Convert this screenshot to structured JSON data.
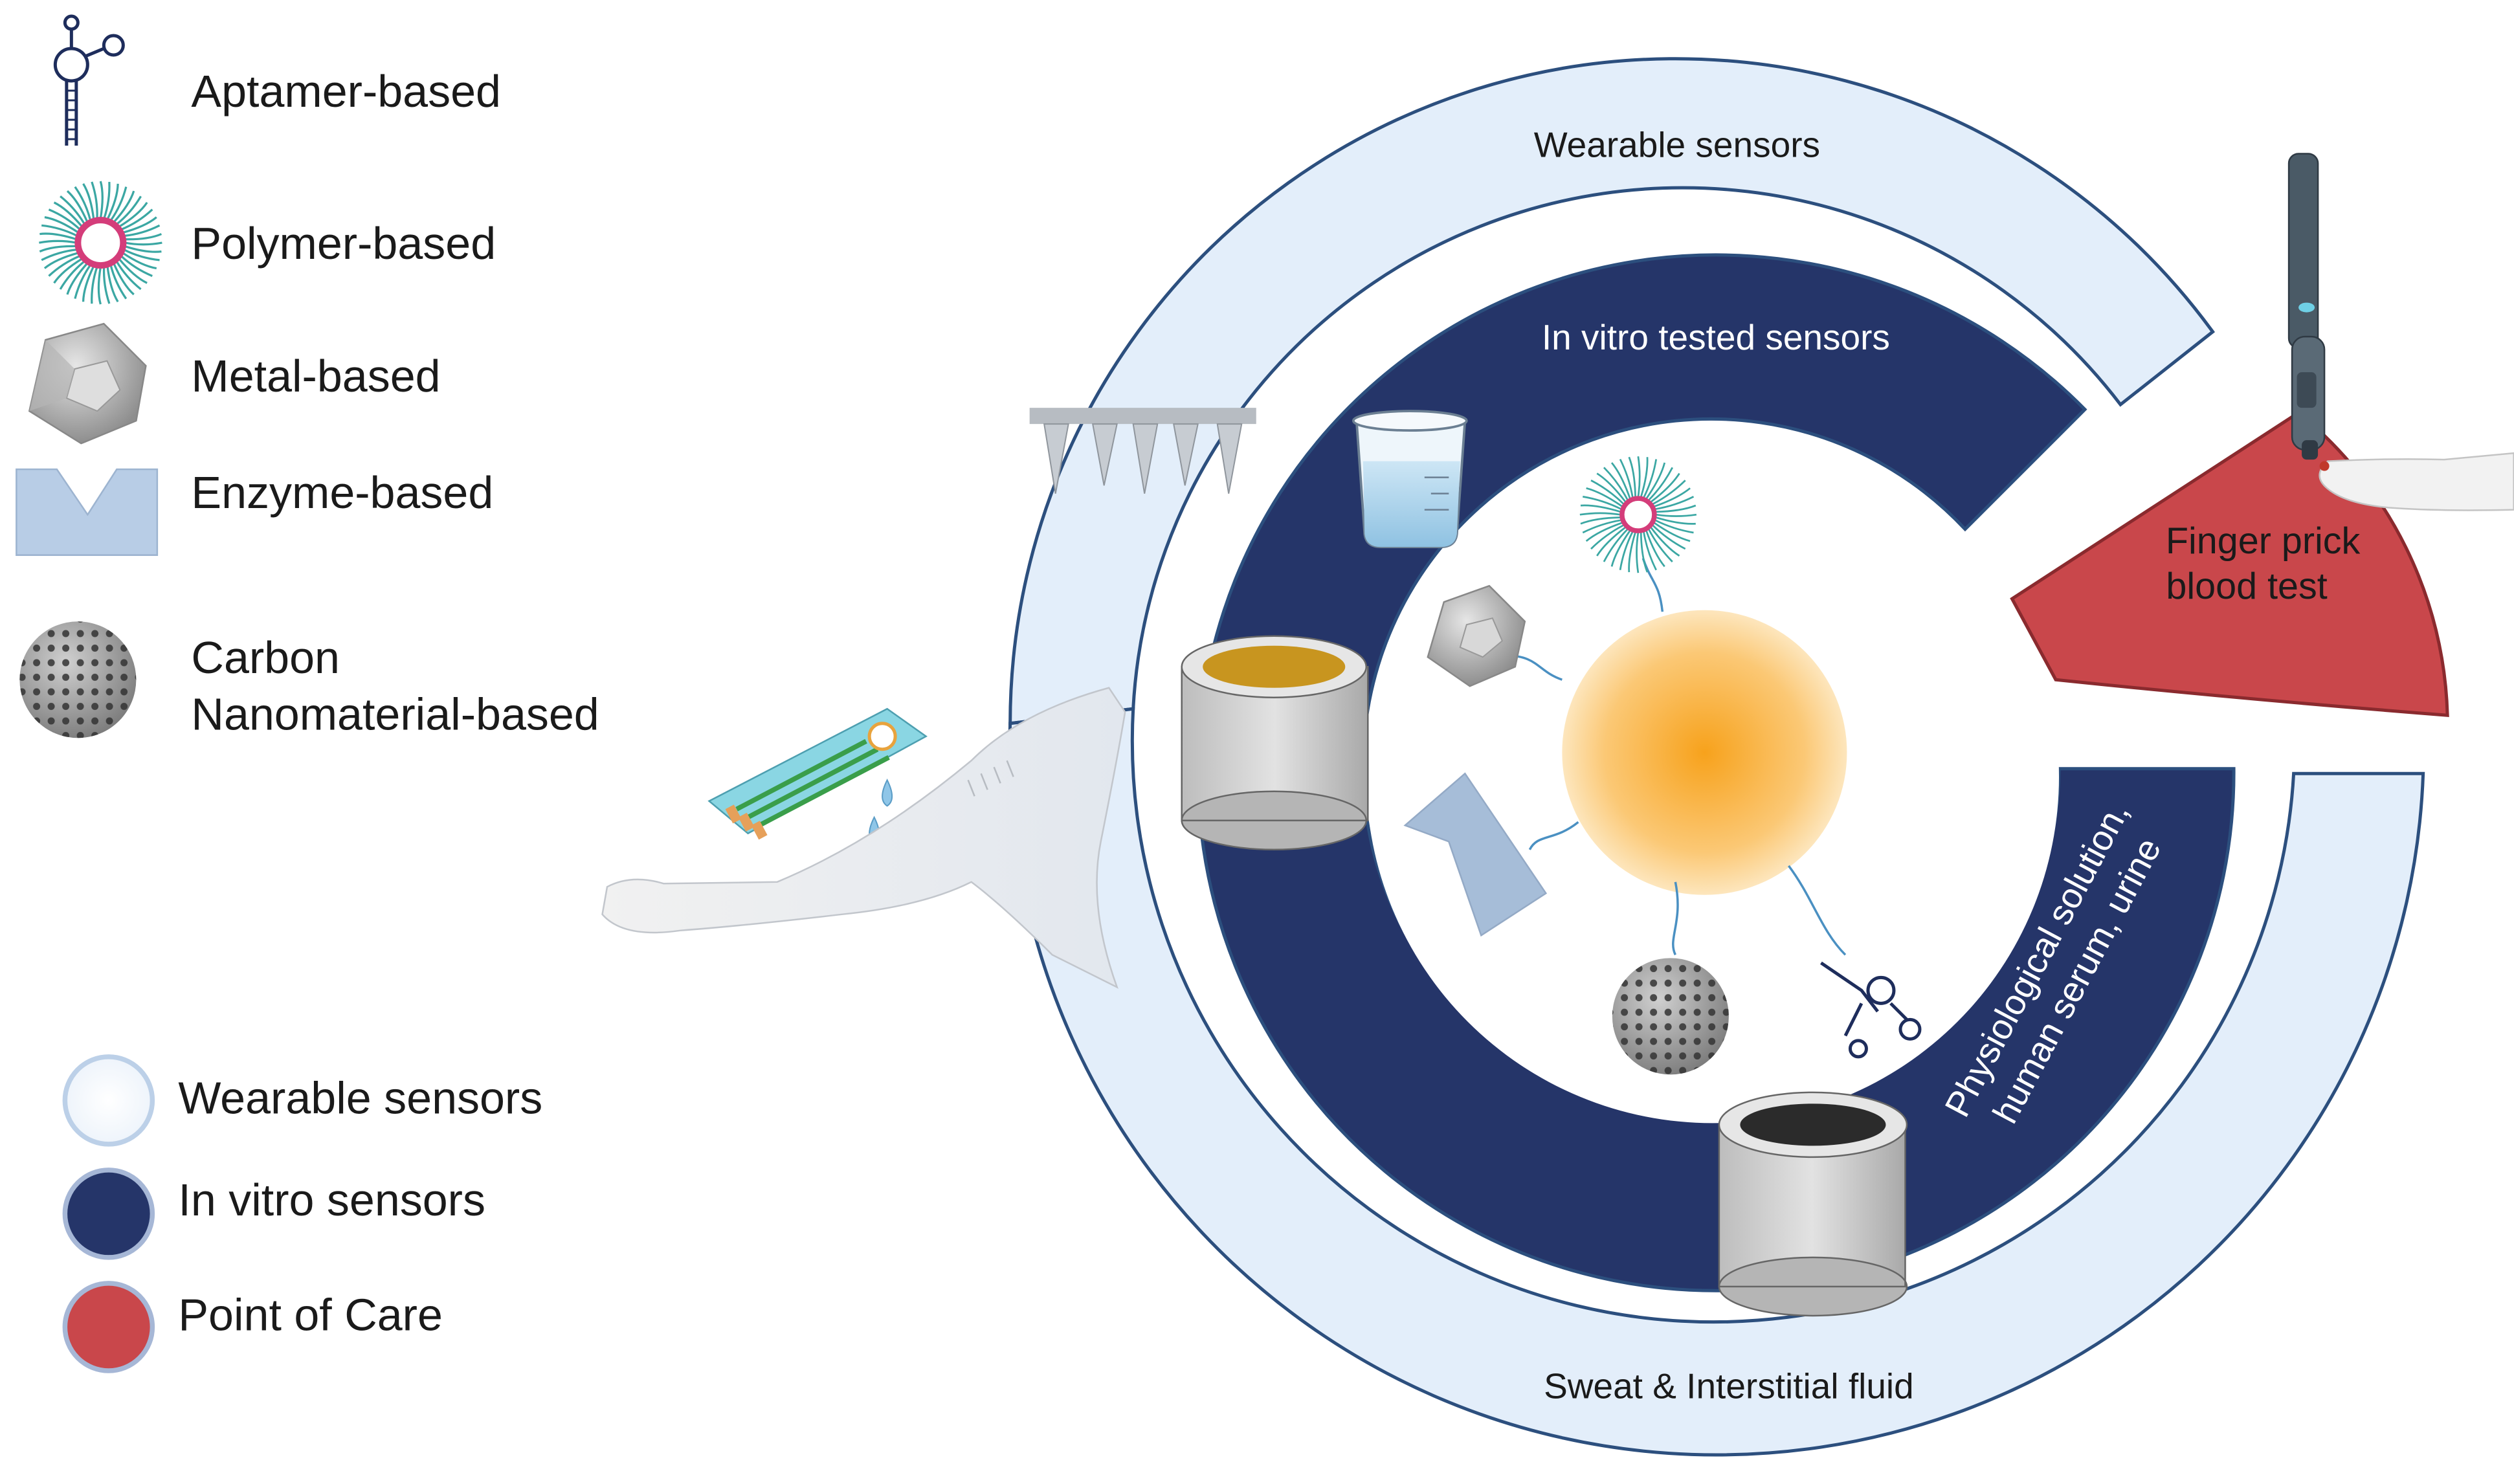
{
  "legend_top": {
    "items": [
      {
        "icon": "aptamer-icon",
        "label": "Aptamer-based"
      },
      {
        "icon": "polymer-icon",
        "label": "Polymer-based"
      },
      {
        "icon": "metal-icon",
        "label": "Metal-based"
      },
      {
        "icon": "enzyme-icon",
        "label": "Enzyme-based"
      },
      {
        "icon": "carbon-icon",
        "label_line1": "Carbon",
        "label_line2": "Nanomaterial-based"
      }
    ]
  },
  "legend_bottom": {
    "items": [
      {
        "label": "Wearable sensors",
        "color": "#e3eefa"
      },
      {
        "label": "In vitro sensors",
        "color": "#253569"
      },
      {
        "label": "Point of Care",
        "color": "#c9474b"
      }
    ]
  },
  "rings": {
    "outer_top_label": "Wearable sensors",
    "outer_bottom_label": "Sweat & Interstitial fluid",
    "inner_top_label": "In vitro tested sensors",
    "inner_side_label_line1": "Physiological solution,",
    "inner_side_label_line2": "human serum, urine"
  },
  "point_of_care": {
    "label_line1": "Finger prick",
    "label_line2": "blood test"
  },
  "colors": {
    "wearable_fill": "#e3eefa",
    "ring_stroke": "#2c4f7e",
    "invitro_fill": "#253569",
    "poc_fill": "#c9474b",
    "core_center": "#f7a21c",
    "core_edge": "#fde2b2"
  }
}
